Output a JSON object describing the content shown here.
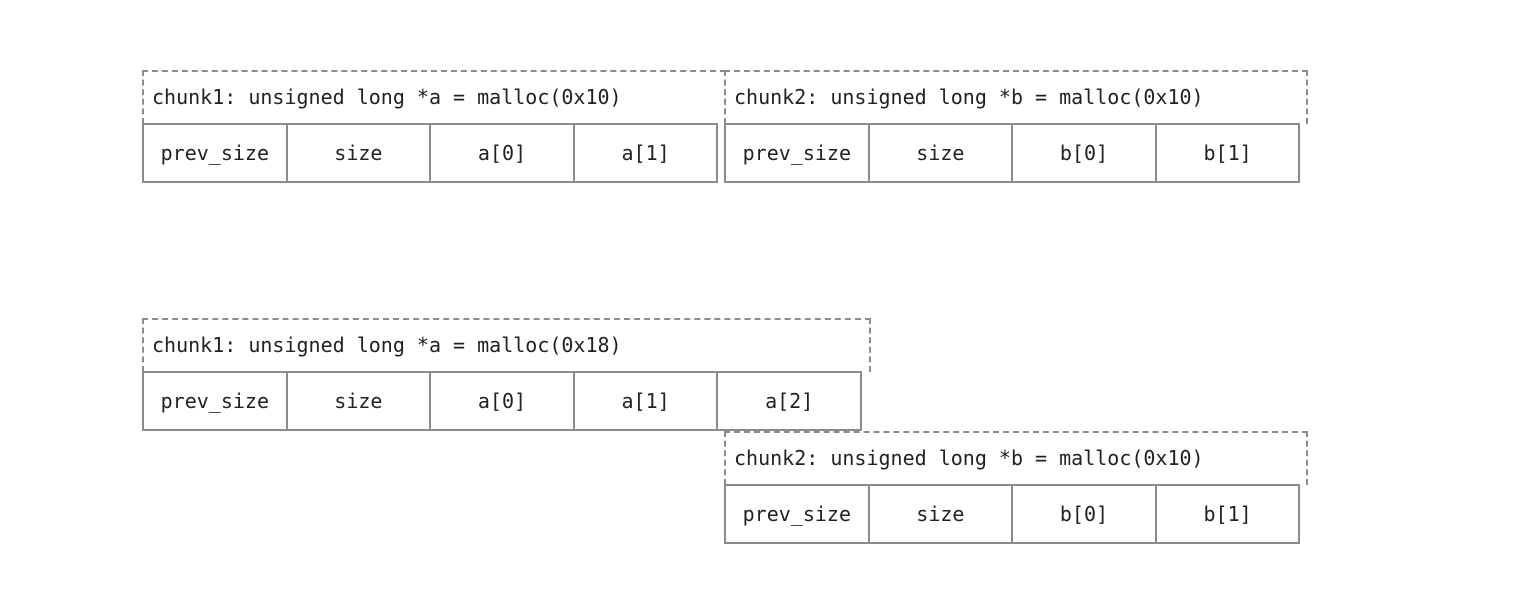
{
  "diagram1": {
    "chunk1": {
      "header": "chunk1: unsigned long *a = malloc(0x10)",
      "cells": [
        "prev_size",
        "size",
        "a[0]",
        "a[1]"
      ]
    },
    "chunk2": {
      "header": "chunk2: unsigned long *b = malloc(0x10)",
      "cells": [
        "prev_size",
        "size",
        "b[0]",
        "b[1]"
      ]
    }
  },
  "diagram2": {
    "chunk1": {
      "header": "chunk1: unsigned long *a = malloc(0x18)",
      "cells": [
        "prev_size",
        "size",
        "a[0]",
        "a[1]",
        "a[2]"
      ]
    },
    "chunk2": {
      "header": "chunk2: unsigned long *b = malloc(0x10)",
      "cells": [
        "prev_size",
        "size",
        "b[0]",
        "b[1]"
      ]
    }
  }
}
